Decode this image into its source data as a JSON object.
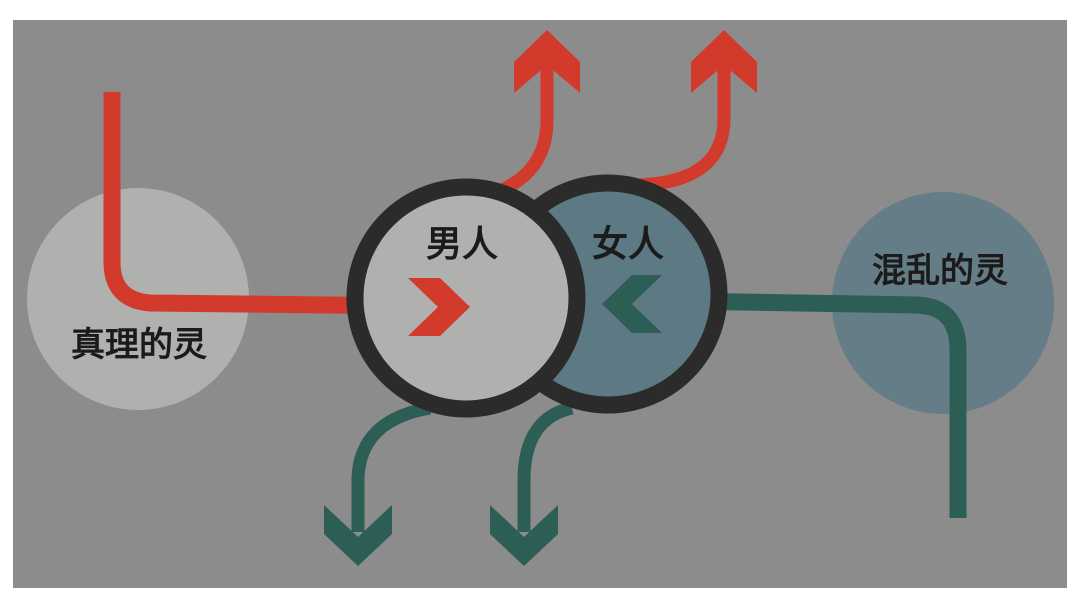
{
  "labels": {
    "spirit_truth": "真理的灵",
    "spirit_chaos": "混乱的灵",
    "man": "男人",
    "woman": "女人"
  },
  "colors": {
    "background": "#8b8c8b",
    "frame": "#ffffff",
    "red": "#d23b2c",
    "green": "#2c5e56",
    "light_circle": "#b0b0ae",
    "blue_circle": "#5d7a84",
    "chaos_circle": "#657d87",
    "ring": "#2b2b2b",
    "text": "#1b1b1b"
  },
  "icons": [
    "arrow-right-icon",
    "arrow-left-icon",
    "arrow-up-icon",
    "arrow-down-icon"
  ]
}
